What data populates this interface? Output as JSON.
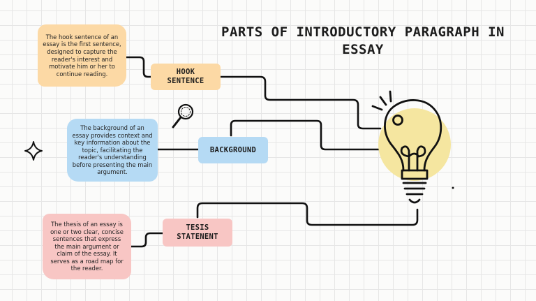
{
  "title": "PARTS OF INTRODUCTORY PARAGRAPH IN ESSAY",
  "nodes": {
    "hook": {
      "label": "HOOK SENTENCE",
      "description": "The hook sentence of an essay is the first sentence, designed to capture the reader's interest and motivate him or her to continue reading."
    },
    "background": {
      "label": "BACKGROUND",
      "description": "The background of an essay provides context and key information about the topic, facilitating the reader's understanding before presenting the main argument."
    },
    "thesis": {
      "label": "TESIS STATENENT",
      "description": "The thesis of an essay is one or two clear, concise sentences that express the main argument or claim of the essay. It serves as a road map for the reader."
    }
  },
  "colors": {
    "hook": "#fcd9a5",
    "background": "#b5daf4",
    "thesis": "#f8c6c4",
    "bulb_glow": "#f5e6a0",
    "line": "#111111"
  },
  "icons": [
    "lightbulb-icon",
    "magnifier-icon",
    "sparkle-icon"
  ]
}
